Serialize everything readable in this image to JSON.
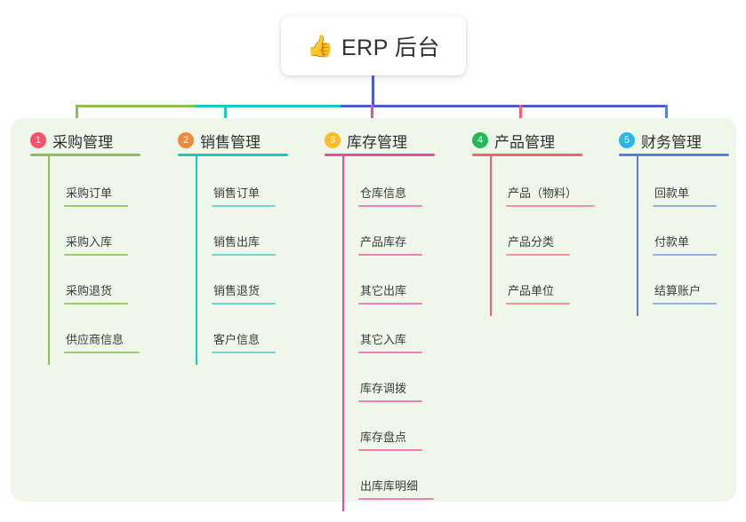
{
  "diagram": {
    "root": {
      "icon": "thumbs-up-icon",
      "emoji": "👍",
      "title": "ERP 后台"
    },
    "panel_color": "#eef7e9",
    "columns": [
      {
        "number": "1",
        "badge_color": "#f2536d",
        "line_color": "#8cc152",
        "title": "采购管理",
        "items": [
          {
            "label": "采购订单"
          },
          {
            "label": "采购入库"
          },
          {
            "label": "采购退货"
          },
          {
            "label": "供应商信息"
          }
        ]
      },
      {
        "number": "2",
        "badge_color": "#f0883a",
        "line_color": "#1ec8bf",
        "title": "销售管理",
        "items": [
          {
            "label": "销售订单"
          },
          {
            "label": "销售出库"
          },
          {
            "label": "销售退货"
          },
          {
            "label": "客户信息"
          }
        ]
      },
      {
        "number": "3",
        "badge_color": "#fbbc27",
        "line_color": "#ea4c9a",
        "title": "库存管理",
        "items": [
          {
            "label": "仓库信息"
          },
          {
            "label": "产品库存"
          },
          {
            "label": "其它出库"
          },
          {
            "label": "其它入库"
          },
          {
            "label": "库存调拨"
          },
          {
            "label": "库存盘点"
          },
          {
            "label": "出库库明细"
          }
        ]
      },
      {
        "number": "4",
        "badge_color": "#26b959",
        "line_color": "#f4636b",
        "title": "产品管理",
        "items": [
          {
            "label": "产品（物料）"
          },
          {
            "label": "产品分类"
          },
          {
            "label": "产品单位"
          }
        ]
      },
      {
        "number": "5",
        "badge_color": "#29b6e8",
        "line_color": "#5b7fd4",
        "title": "财务管理",
        "items": [
          {
            "label": "回款单"
          },
          {
            "label": "付款单"
          },
          {
            "label": "结算账户"
          }
        ]
      }
    ],
    "connector_colors": {
      "root_drop": "#4a5bd0",
      "left_branch": "#8cc152",
      "mid_branch": "#1ec8bf",
      "right_branch": "#4a5bd0",
      "stub_col1": "#8cc152",
      "stub_col2": "#1ec8bf",
      "stub_col3": "#ea4c9a",
      "stub_col4": "#f4636b",
      "stub_col5": "#5b7fd4"
    }
  }
}
